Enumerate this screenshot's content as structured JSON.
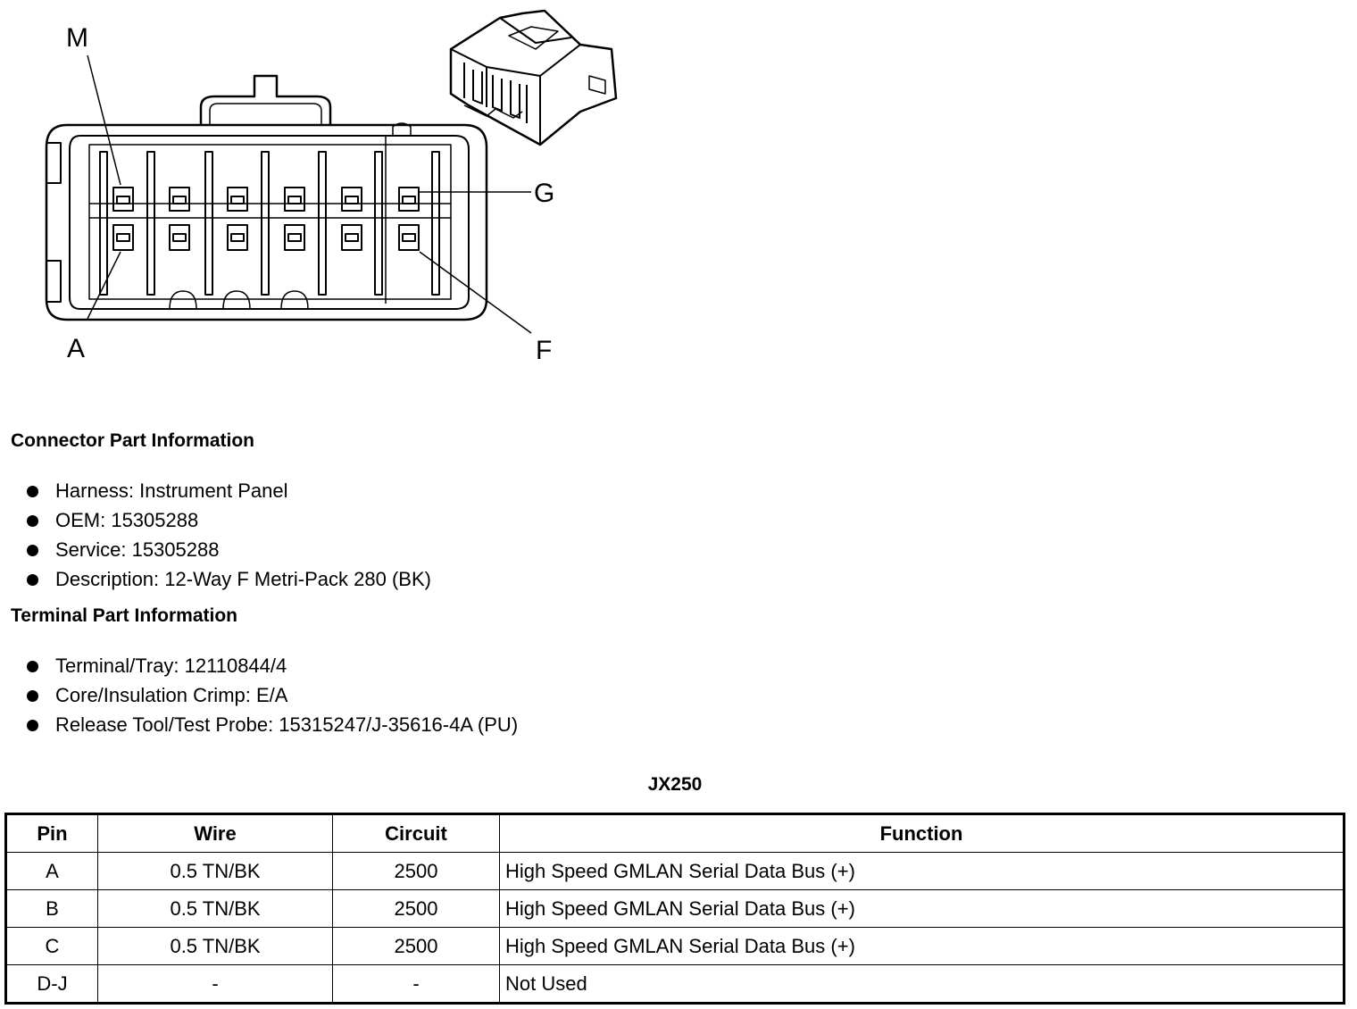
{
  "diagram": {
    "callouts": {
      "M": "M",
      "G": "G",
      "A": "A",
      "F": "F"
    }
  },
  "connector_info": {
    "title": "Connector Part Information",
    "items": [
      "Harness: Instrument Panel",
      "OEM: 15305288",
      "Service: 15305288",
      "Description: 12-Way F Metri-Pack 280 (BK)"
    ]
  },
  "terminal_info": {
    "title": "Terminal Part Information",
    "items": [
      "Terminal/Tray: 12110844/4",
      "Core/Insulation Crimp: E/A",
      "Release Tool/Test Probe: 15315247/J-35616-4A (PU)"
    ]
  },
  "pin_table": {
    "title": "JX250",
    "headers": {
      "pin": "Pin",
      "wire": "Wire",
      "circuit": "Circuit",
      "function": "Function"
    },
    "rows": [
      {
        "pin": "A",
        "wire": "0.5 TN/BK",
        "circuit": "2500",
        "function": "High Speed GMLAN Serial Data Bus (+)"
      },
      {
        "pin": "B",
        "wire": "0.5 TN/BK",
        "circuit": "2500",
        "function": "High Speed GMLAN Serial Data Bus (+)"
      },
      {
        "pin": "C",
        "wire": "0.5 TN/BK",
        "circuit": "2500",
        "function": "High Speed GMLAN Serial Data Bus (+)"
      },
      {
        "pin": "D-J",
        "wire": "-",
        "circuit": "-",
        "function": "Not Used"
      }
    ]
  }
}
